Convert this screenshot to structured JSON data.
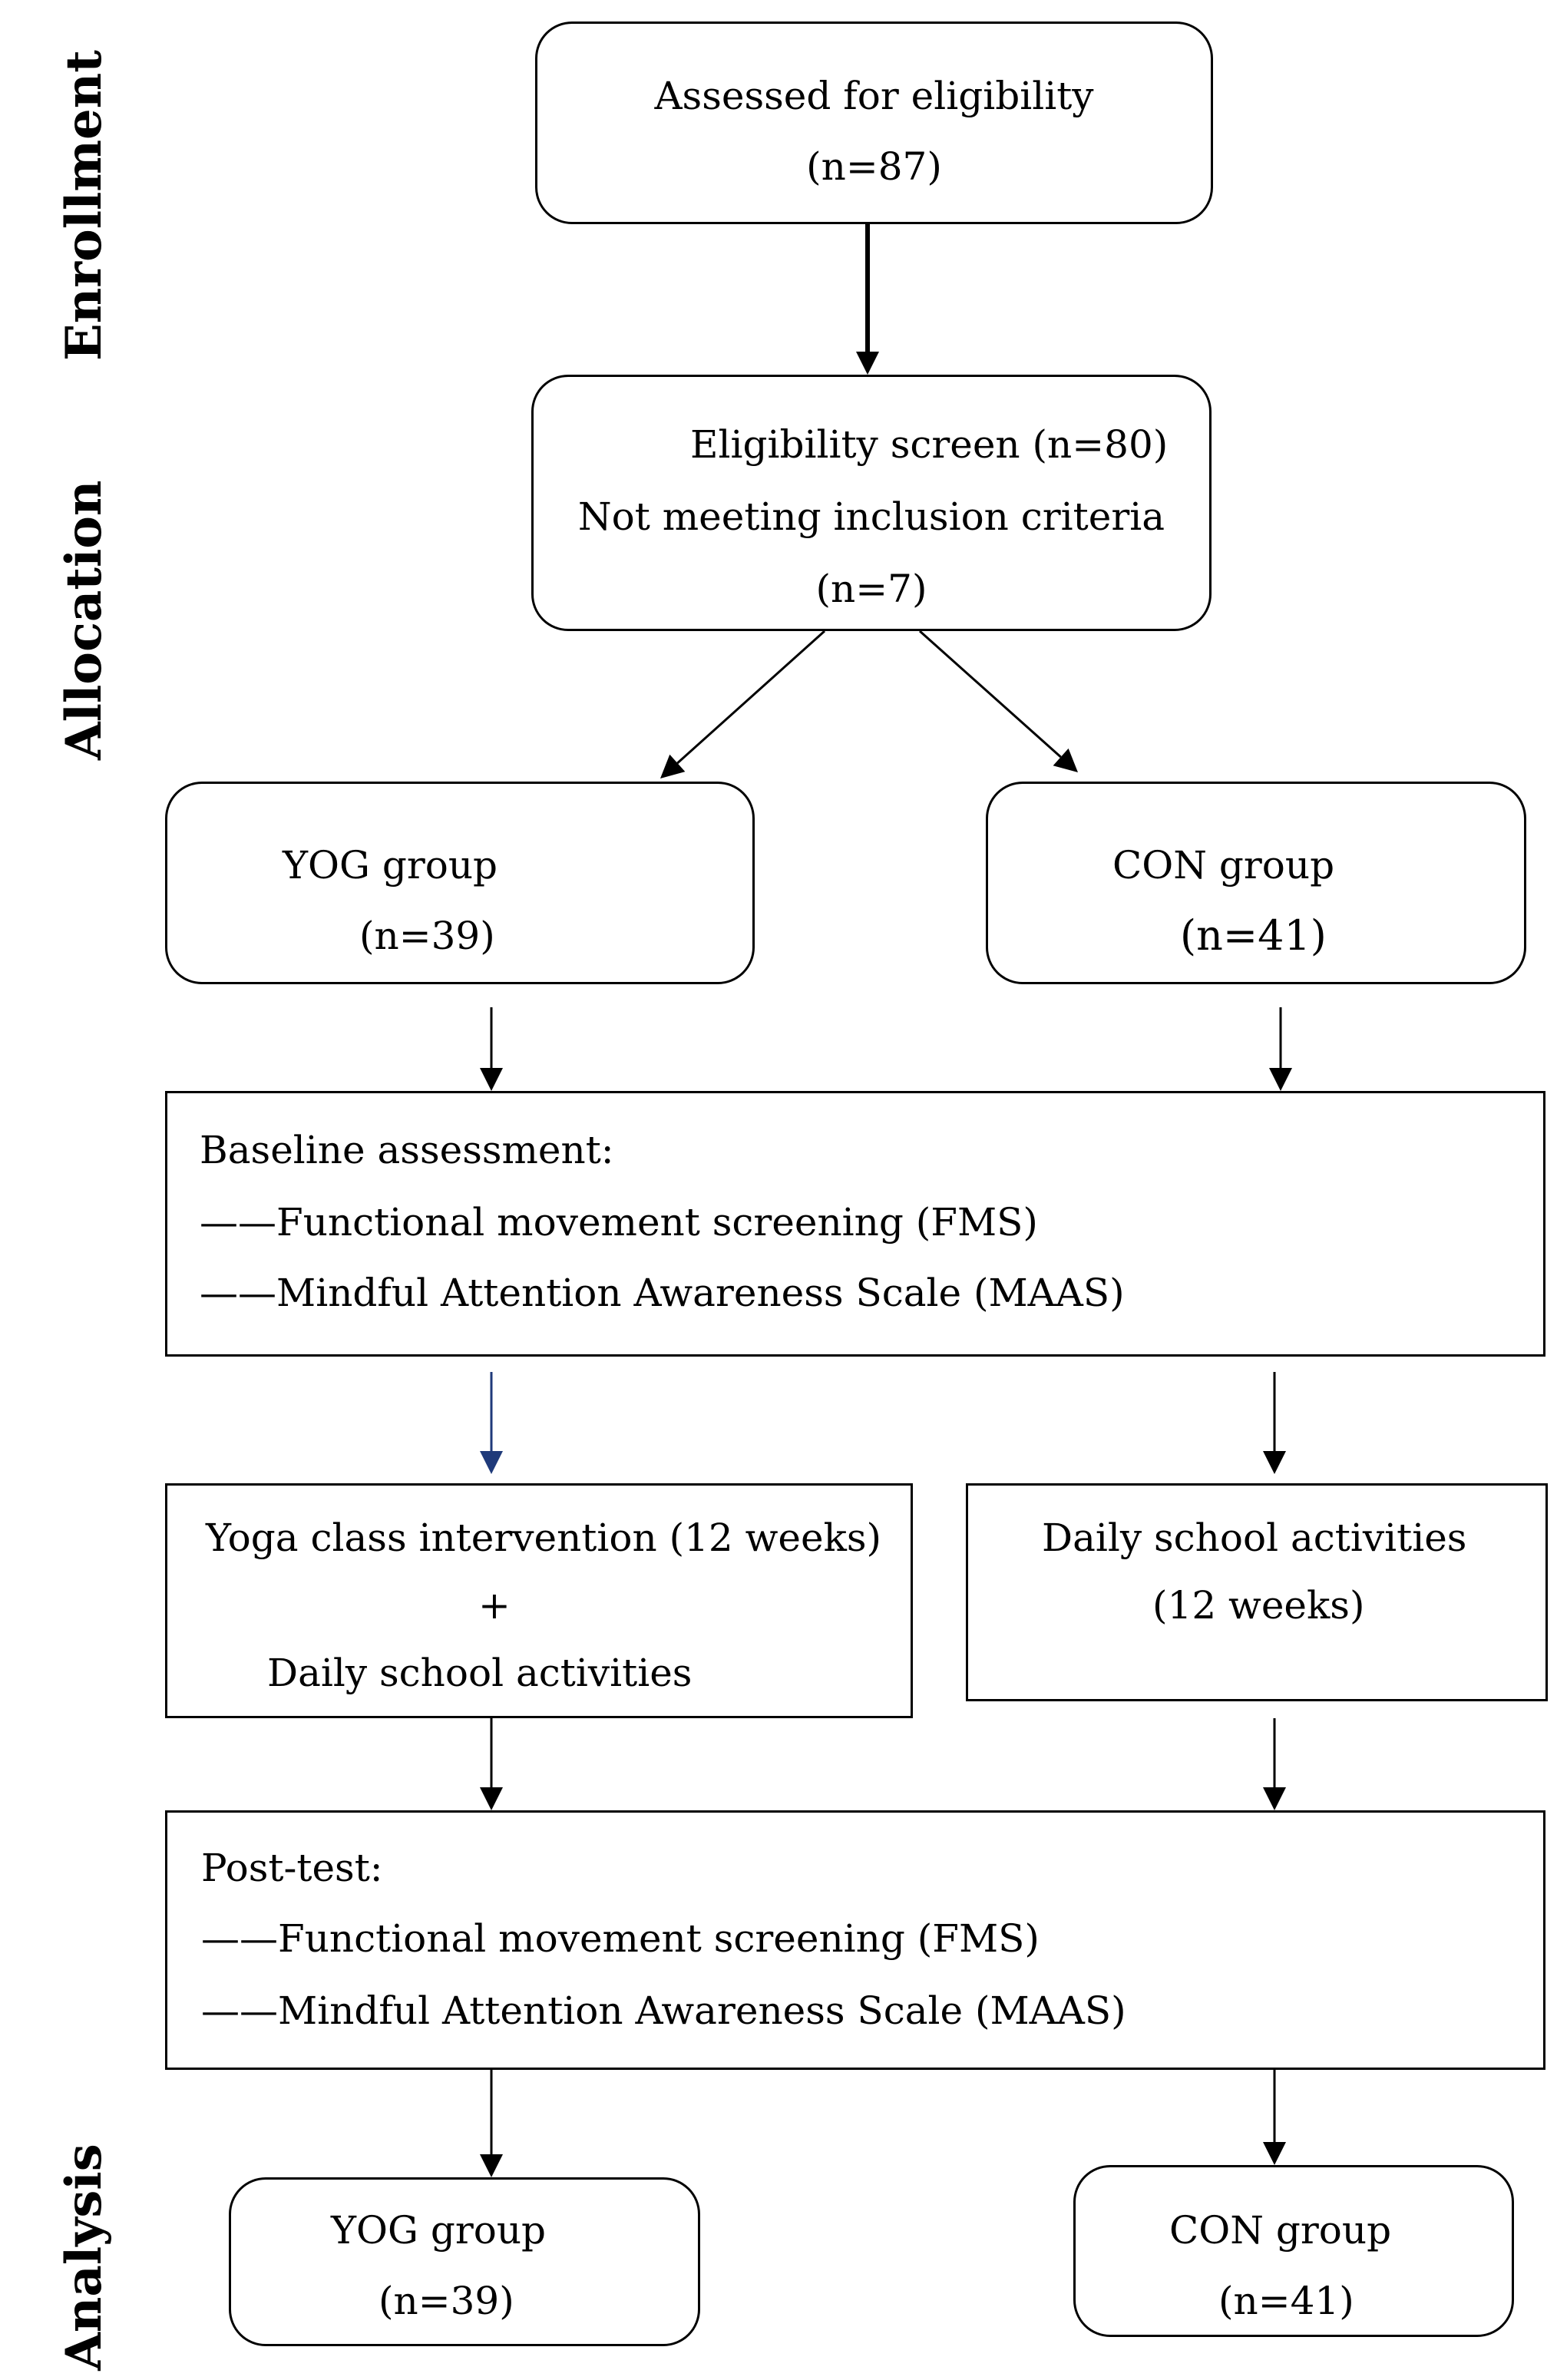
{
  "stages": {
    "enrollment": "Enrollment",
    "allocation": "Allocation",
    "analysis": "Analysis"
  },
  "assessed": {
    "label": "Assessed for eligibility",
    "n": "(n=87)"
  },
  "eligibility": {
    "line1": "Eligibility screen (n=80)",
    "line2": "Not meeting inclusion criteria",
    "n": "(n=7)"
  },
  "allocation_groups": {
    "yog": {
      "label": "YOG group",
      "n": "(n=39)"
    },
    "con": {
      "label": "CON group",
      "n": "(n=41)"
    }
  },
  "baseline": {
    "title": "Baseline assessment:",
    "items": [
      "——Functional movement screening (FMS)",
      "——Mindful Attention Awareness Scale (MAAS)"
    ]
  },
  "intervention": {
    "yog": {
      "line1": "Yoga class intervention (12 weeks)",
      "plus": "+",
      "line2": "Daily school activities"
    },
    "con": {
      "line1": "Daily school activities",
      "line2": "(12 weeks)"
    }
  },
  "posttest": {
    "title": "Post-test:",
    "items": [
      "——Functional movement screening (FMS)",
      "——Mindful Attention Awareness Scale (MAAS)"
    ]
  },
  "analysis_groups": {
    "yog": {
      "label": "YOG group",
      "n": "(n=39)"
    },
    "con": {
      "label": "CON group",
      "n": "(n=41)"
    }
  },
  "colors": {
    "stroke": "#000000",
    "accent_arrow": "#1f3a7a"
  }
}
